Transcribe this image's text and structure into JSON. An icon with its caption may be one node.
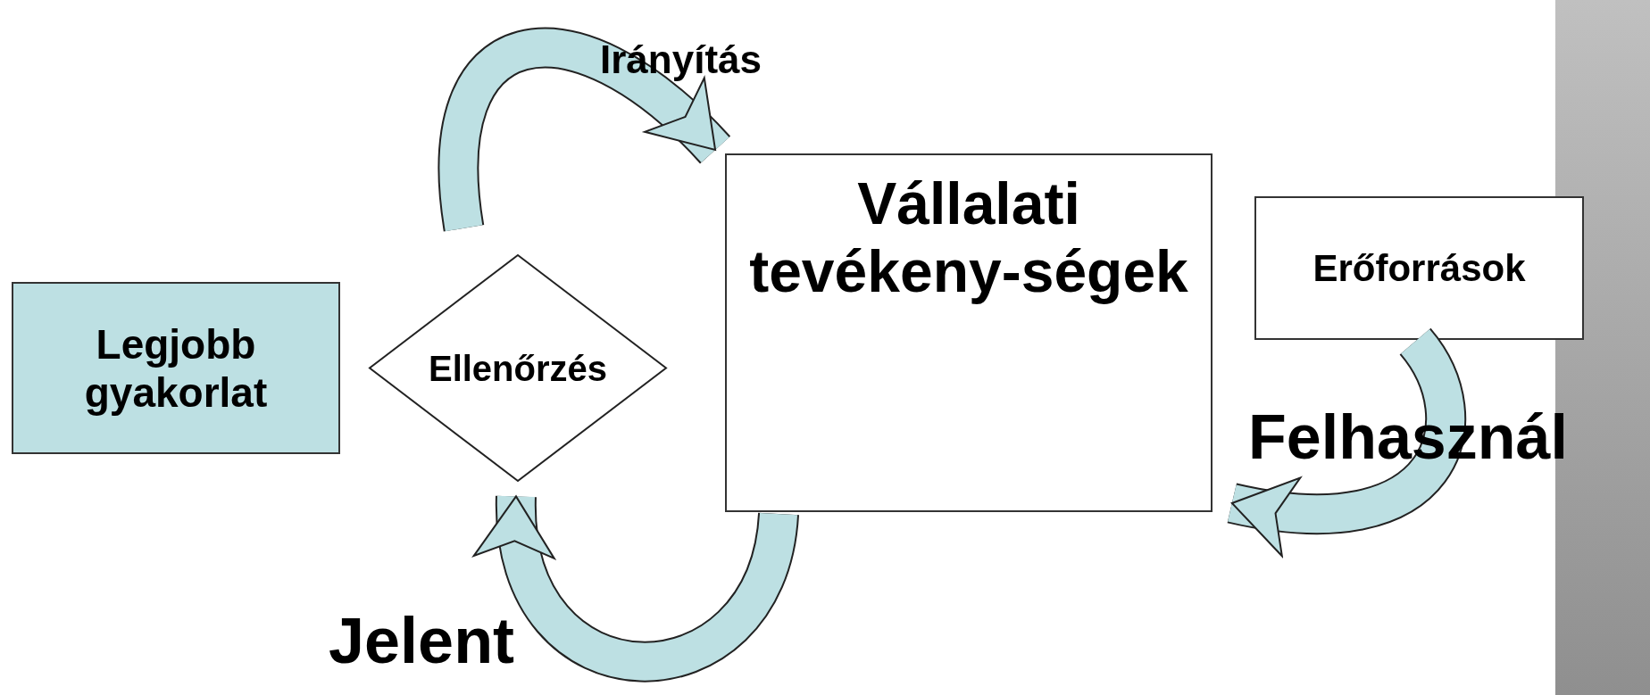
{
  "diagram": {
    "nodes": [
      {
        "text": [
          "Legjobb gyakorlat"
        ]
      },
      {
        "text": [
          "Ellenőrzés"
        ]
      },
      {
        "text": [
          "Vállalati tevékeny-ségek"
        ]
      },
      {
        "text": [
          "Erőforrások"
        ]
      }
    ],
    "edges": [
      {
        "from": 1,
        "to": 2,
        "arrow": "to",
        "label": "Irányítás"
      },
      {
        "from": 2,
        "to": 1,
        "arrow": "to",
        "label": "Jelent"
      },
      {
        "from": 3,
        "to": 2,
        "arrow": "to",
        "label": "Felhasznál"
      }
    ]
  }
}
